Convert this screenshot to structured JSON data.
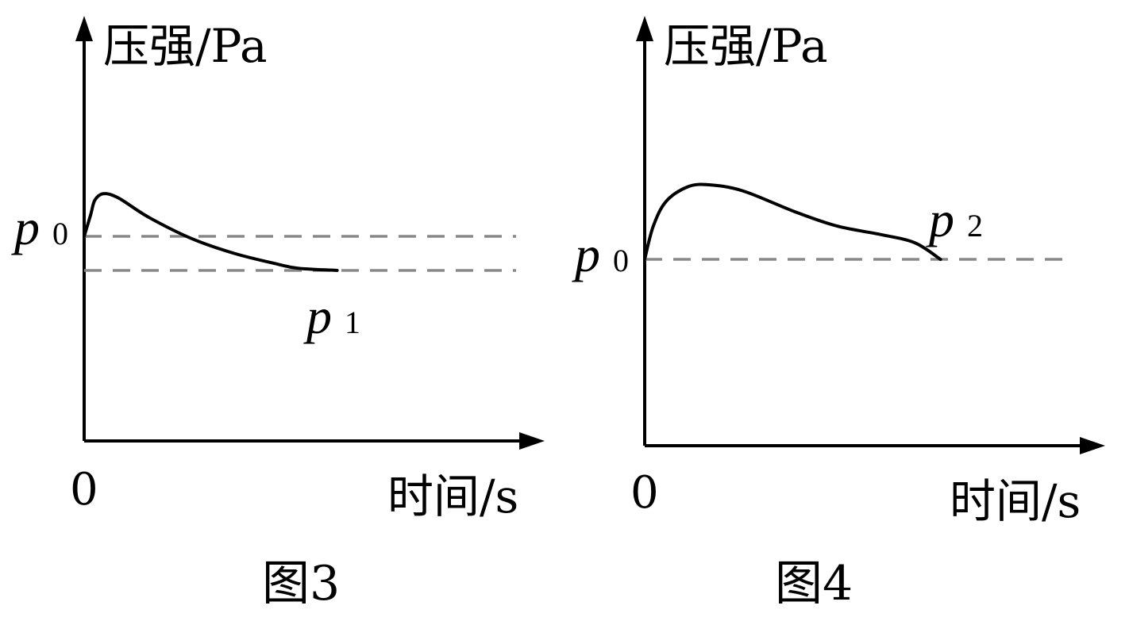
{
  "chart_data": [
    {
      "type": "line",
      "caption": "图3",
      "ylabel": "压强/Pa",
      "xlabel": "时间/s",
      "origin_label": "0",
      "ylim": [
        0,
        10
      ],
      "xlim": [
        0,
        10
      ],
      "reference_lines": [
        {
          "label": "p",
          "subscript": "0",
          "y": 4.8,
          "label_side": "left"
        },
        {
          "label": "p",
          "subscript": "1",
          "y": 4.0,
          "label_side": "below-end"
        }
      ],
      "series": [
        {
          "x": [
            0,
            0.15,
            0.25,
            0.45,
            0.8,
            1.5,
            2.5,
            3.5,
            4.5,
            5.0,
            5.9
          ],
          "y": [
            4.8,
            5.3,
            5.65,
            5.8,
            5.7,
            5.25,
            4.75,
            4.4,
            4.15,
            4.05,
            4.0
          ]
        }
      ]
    },
    {
      "type": "line",
      "caption": "图4",
      "ylabel": "压强/Pa",
      "xlabel": "时间/s",
      "origin_label": "0",
      "ylim": [
        0,
        10
      ],
      "xlim": [
        0,
        10
      ],
      "reference_lines": [
        {
          "label": "p",
          "subscript": "0",
          "y": 4.5,
          "label_side": "left"
        },
        {
          "label": "p",
          "subscript": "2",
          "y": 4.5,
          "label_side": "above-end"
        }
      ],
      "series": [
        {
          "x": [
            0,
            0.2,
            0.5,
            1.0,
            1.5,
            2.3,
            3.5,
            4.5,
            5.5,
            6.3,
            6.9
          ],
          "y": [
            4.5,
            5.3,
            5.9,
            6.25,
            6.3,
            6.15,
            5.65,
            5.3,
            5.1,
            4.9,
            4.5
          ]
        }
      ]
    }
  ]
}
